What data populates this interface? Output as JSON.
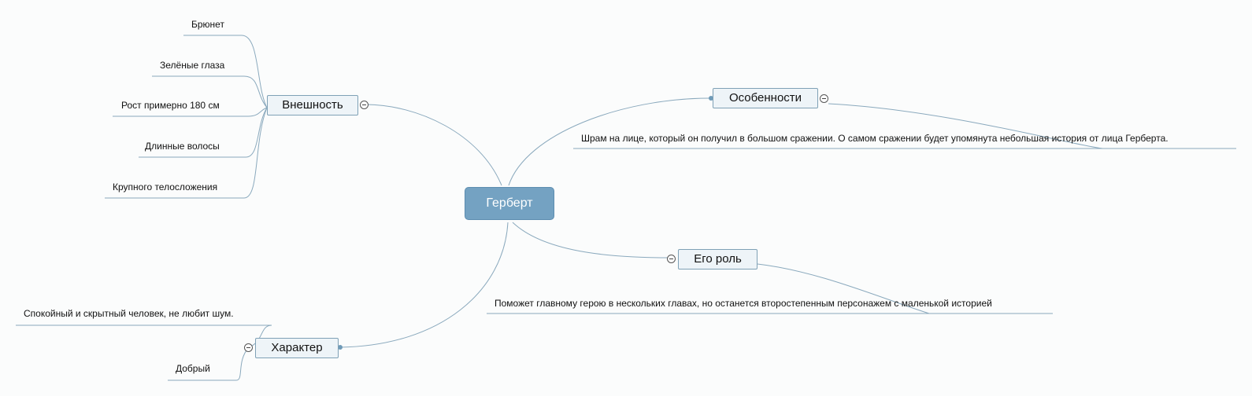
{
  "colors": {
    "background": "#fbfcfc",
    "central_fill": "#74a2c2",
    "node_fill": "#eef4f8",
    "node_border": "#7fa1b6",
    "connector": "#8aa9bd"
  },
  "map": {
    "central": "Герберт",
    "branches": {
      "appearance": {
        "label": "Внешность",
        "items": [
          "Брюнет",
          "Зелёные глаза",
          "Рост примерно 180 см",
          "Длинные волосы",
          "Крупного телосложения"
        ]
      },
      "features": {
        "label": "Особенности",
        "items": [
          "Шрам на лице, который он получил в большом сражении. О самом сражении будет упомянута небольшая история от лица Герберта."
        ]
      },
      "role": {
        "label": "Его роль",
        "items": [
          "Поможет главному герою в нескольких главах, но останется второстепенным персонажем с маленькой историей"
        ]
      },
      "character": {
        "label": "Характер",
        "items": [
          "Спокойный и скрытный человек, не любит шум.",
          "Добрый"
        ]
      }
    }
  }
}
